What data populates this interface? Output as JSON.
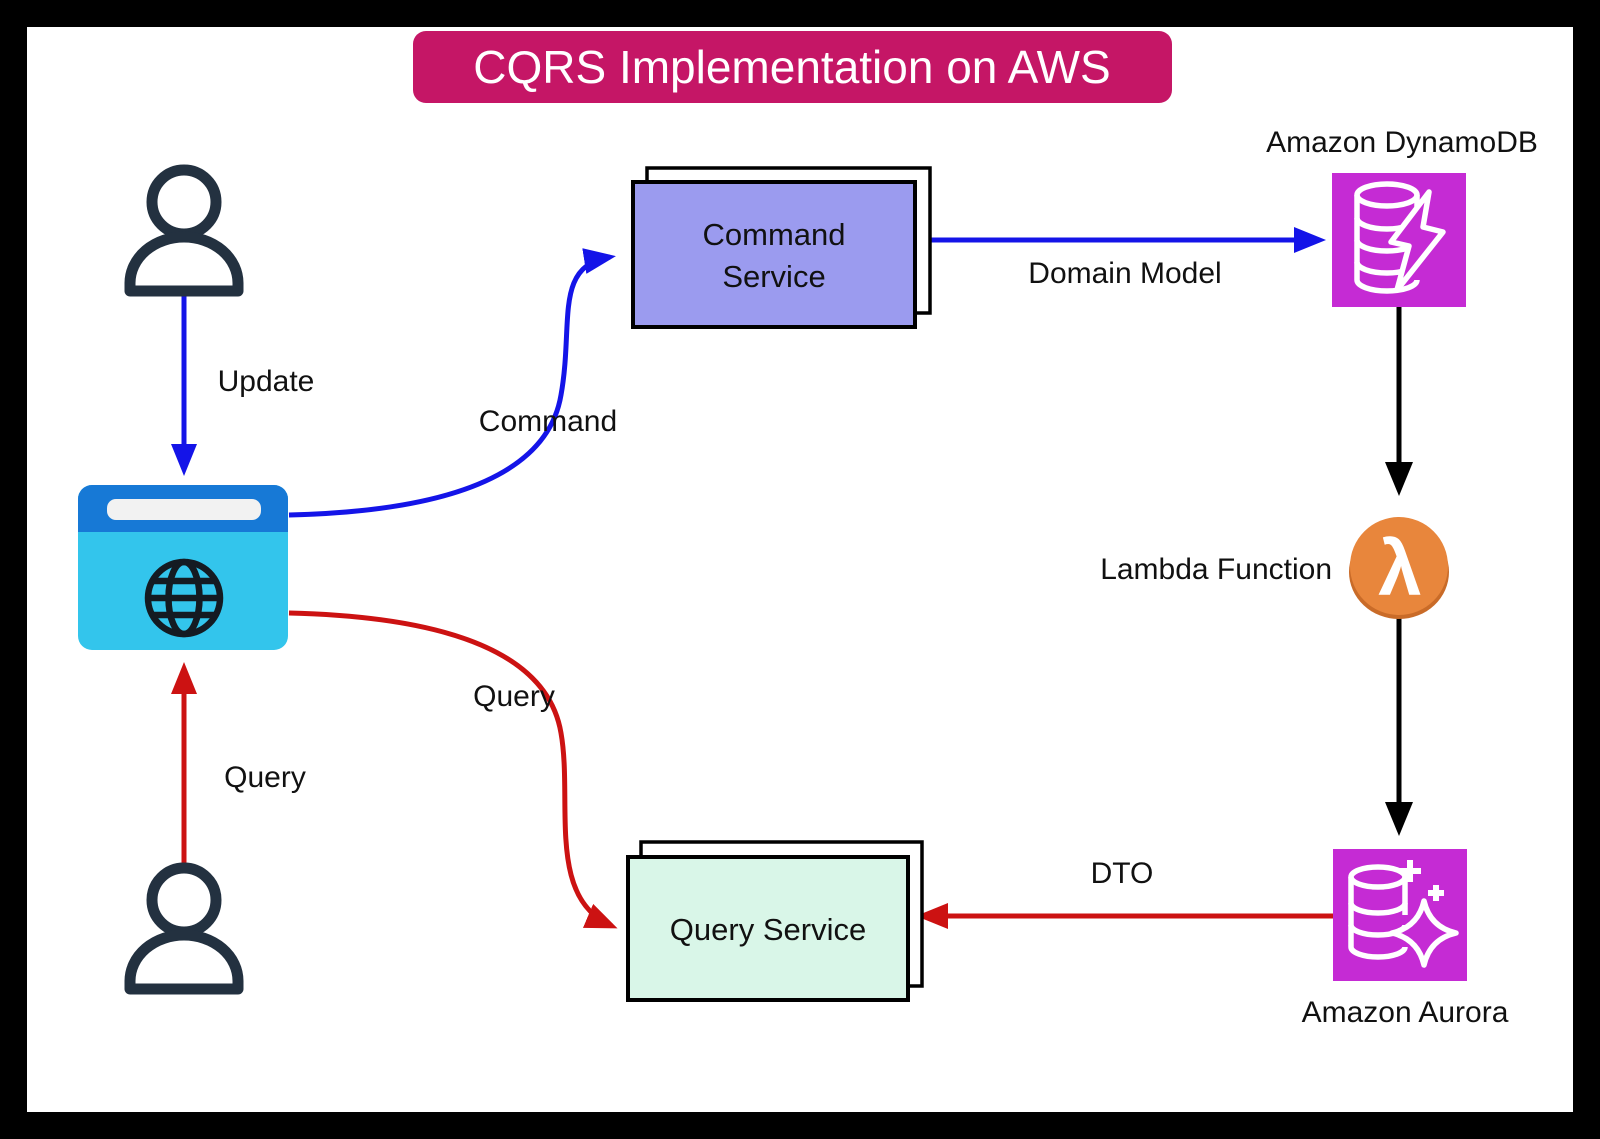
{
  "title": {
    "label": "CQRS Implementation on AWS"
  },
  "nodes": {
    "command_service": {
      "line1": "Command",
      "line2": "Service"
    },
    "query_service": {
      "label": "Query Service"
    },
    "dynamodb": {
      "label": "Amazon DynamoDB"
    },
    "lambda": {
      "label": "Lambda Function"
    },
    "aurora": {
      "label": "Amazon Aurora"
    }
  },
  "edges": {
    "update": {
      "label": "Update"
    },
    "command": {
      "label": "Command"
    },
    "query_browser": {
      "label": "Query"
    },
    "query_user": {
      "label": "Query"
    },
    "domain_model": {
      "label": "Domain Model"
    },
    "dto": {
      "label": "DTO"
    }
  },
  "icons": {
    "lambda_glyph": "λ",
    "user": "person-silhouette",
    "browser": "browser-window-with-globe",
    "dynamodb": "database-with-lightning-bolt",
    "aurora": "database-with-sparkle"
  },
  "colors": {
    "banner": "#C51666",
    "arrow_blue": "#1414E8",
    "arrow_red": "#CC1212",
    "arrow_black": "#000000",
    "aws_magenta": "#C52BD4",
    "lambda_orange": "#E8863C",
    "lambda_rim": "#C96B28",
    "browser_header": "#1779D6",
    "browser_body": "#33C5EC",
    "address_bar": "#F2F2F2",
    "command_fill": "#9B9BEF",
    "query_fill": "#D9F6E8",
    "person_stroke": "#233140",
    "frame": "#000000"
  }
}
